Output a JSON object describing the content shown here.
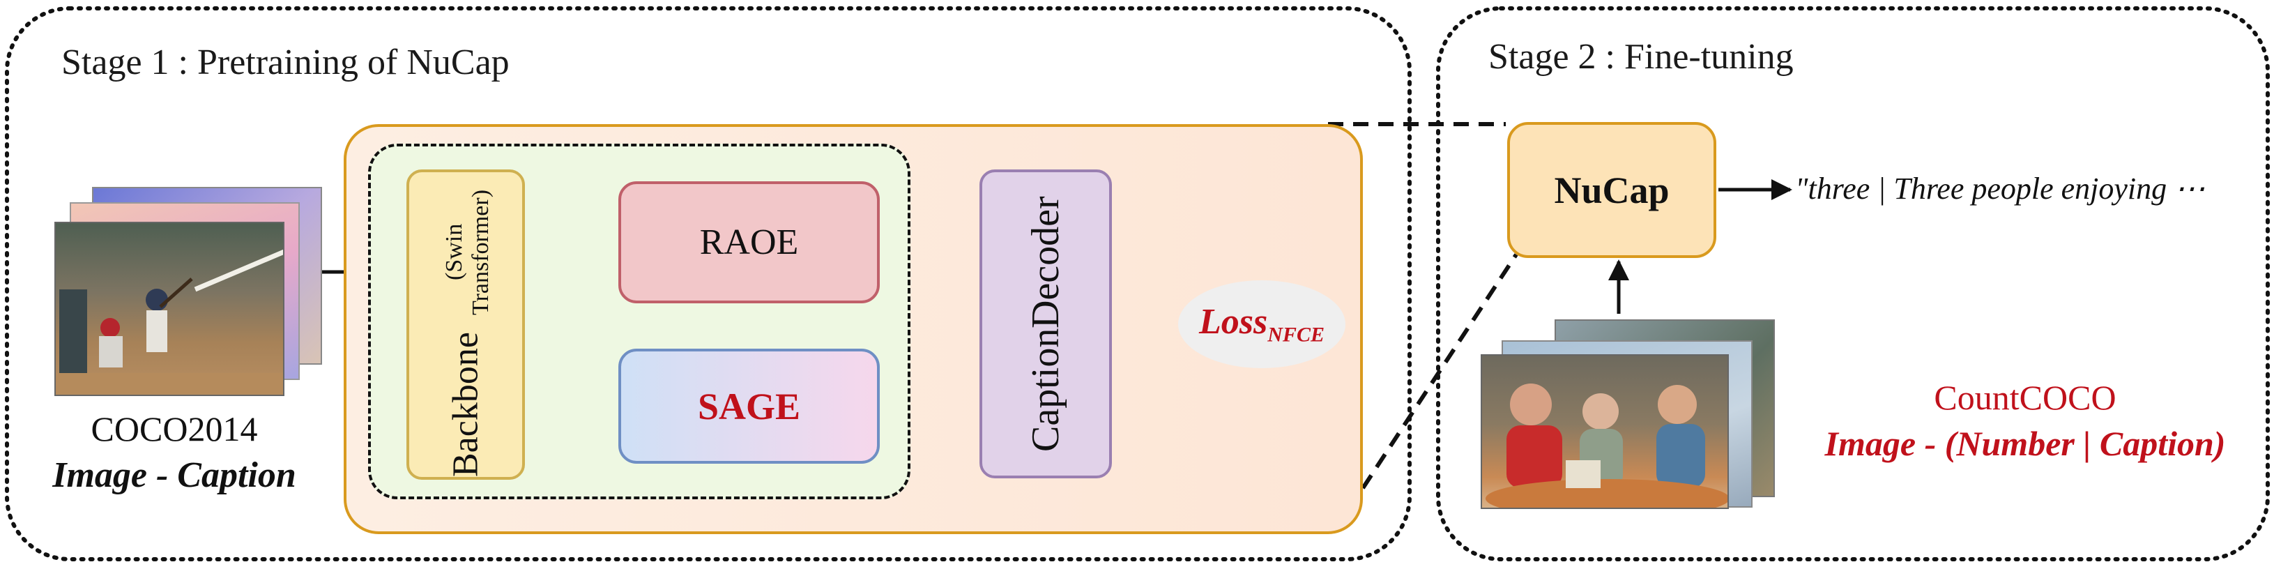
{
  "stage1": {
    "title": "Stage 1 : Pretraining of NuCap",
    "input": {
      "name": "COCO2014",
      "pair": "Image - Caption"
    },
    "backbone": {
      "label": "Backbone",
      "sublabel": "(Swin Transformer)"
    },
    "raoe": {
      "label": "RAOE"
    },
    "sage": {
      "label": "SAGE"
    },
    "decoder": {
      "line1": "Caption",
      "line2": "Decoder"
    },
    "loss": {
      "main": "Loss",
      "sub": "NFCE"
    }
  },
  "stage2": {
    "title": "Stage 2 : Fine-tuning",
    "model": {
      "label": "NuCap"
    },
    "output_text": "\"three | Three people enjoying ⋯",
    "dataset": {
      "name": "CountCOCO",
      "pair": "Image - (Number | Caption)"
    }
  },
  "colors": {
    "orange_border": "#d99a1e",
    "orange_fill": "#fdeee2",
    "green_fill": "#eef8e2",
    "raoe_fill": "#f2c7c9",
    "raoe_border": "#c0606a",
    "sage_fill_left": "#cfe0f6",
    "sage_fill_right": "#f6d7ec",
    "sage_border": "#6f8fc4",
    "decoder_fill": "#e1d2e9",
    "decoder_border": "#9a7fb1",
    "backbone_fill": "#fbebb5",
    "backbone_border": "#cfb050",
    "nucap_fill": "#fde3b7",
    "red_text": "#c0111b"
  }
}
